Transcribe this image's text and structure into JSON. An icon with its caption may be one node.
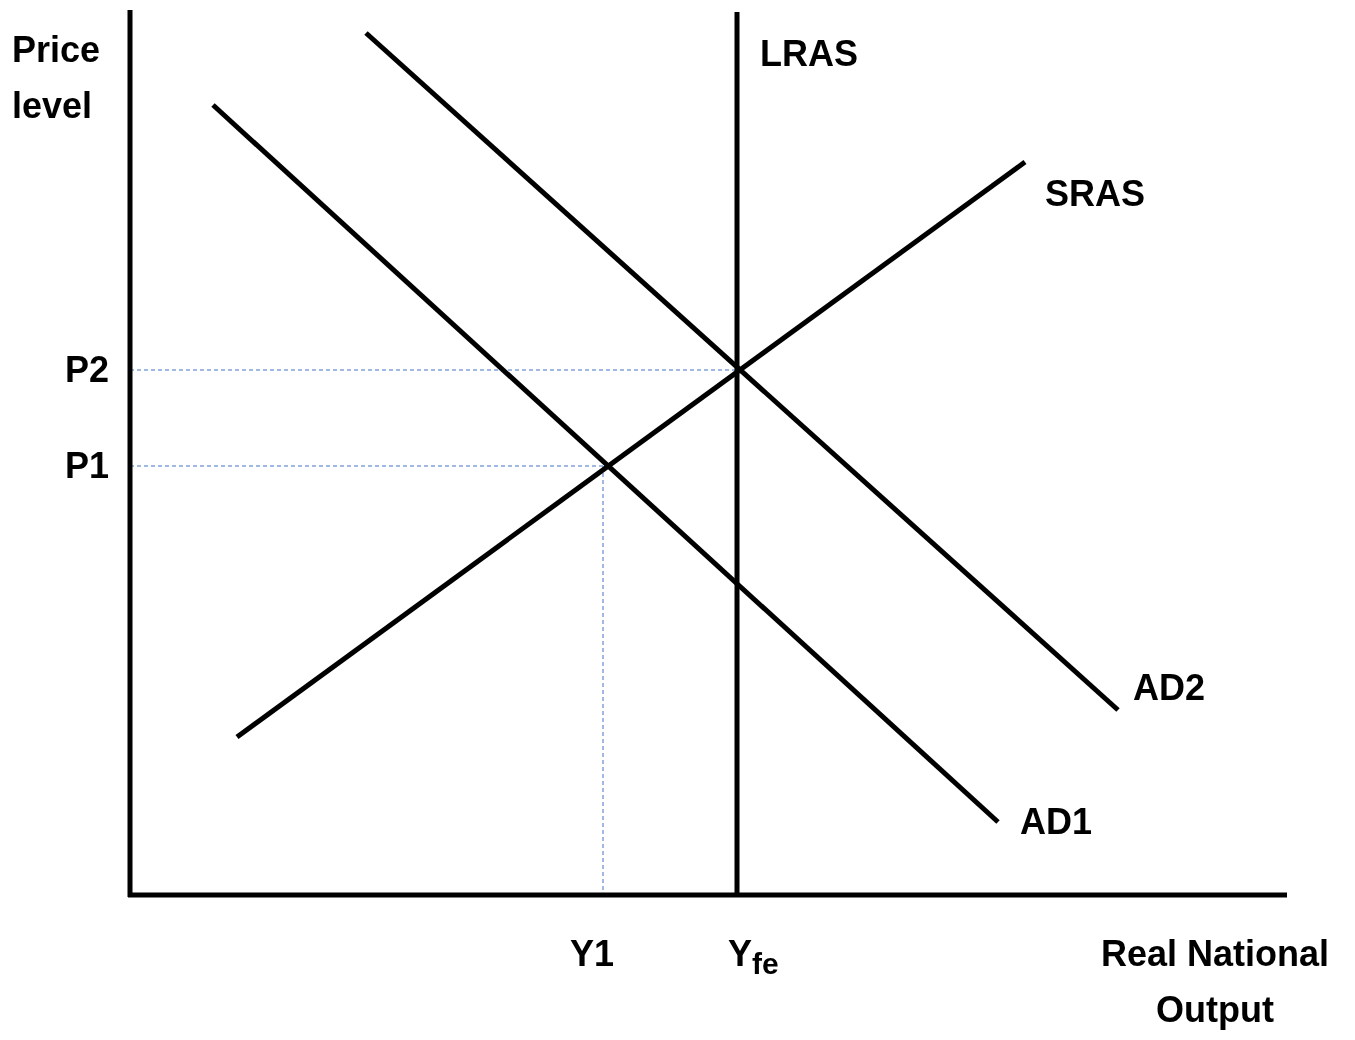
{
  "diagram": {
    "labels": [
      "Price level",
      "LRAS",
      "SRAS",
      "P2",
      "P1",
      "AD2",
      "AD1",
      "Y1",
      "Y$_{fe}$",
      "Real National Output"
    ]
  }
}
